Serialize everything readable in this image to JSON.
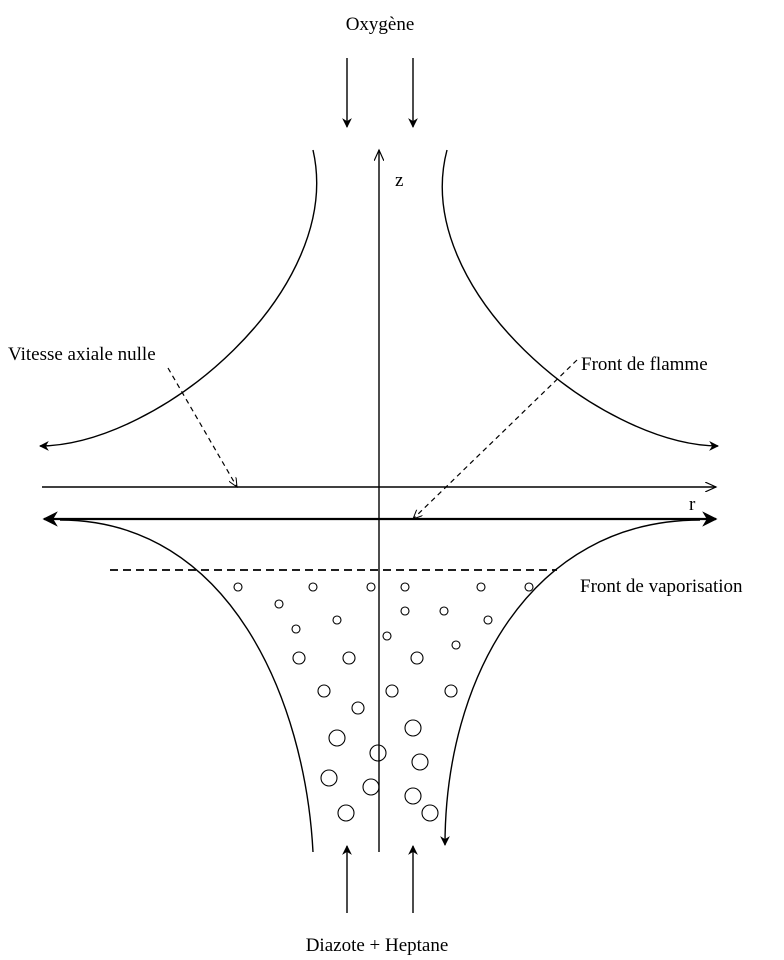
{
  "labels": {
    "oxygen_inlet": "Oxygène",
    "fuel_inlet": "Diazote + Heptane",
    "z_axis": "z",
    "r_axis": "r",
    "zero_axial_velocity": "Vitesse axiale nulle",
    "flame_front": "Front de flamme",
    "vaporisation_front": "Front de vaporisation"
  }
}
